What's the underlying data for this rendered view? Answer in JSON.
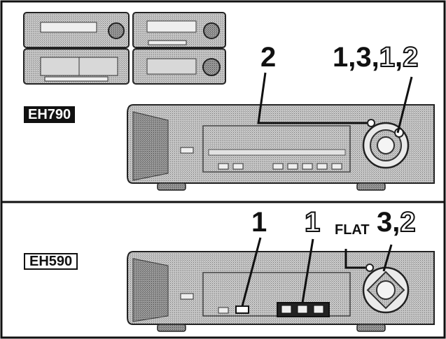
{
  "top_panel": {
    "model_label": "EH790",
    "callout_left": "2",
    "callout_right_prefix": "1,3,",
    "callout_right_outline_1": "1",
    "callout_right_comma": ",",
    "callout_right_outline_2": "2"
  },
  "bottom_panel": {
    "model_label": "EH590",
    "callout_1": "1",
    "callout_outline_1": "1",
    "flat_label": "FLAT",
    "callout_right_prefix": "3,",
    "callout_right_outline": "2"
  },
  "colors": {
    "ink": "#111111",
    "device_fill": "#b8b8b8",
    "device_dark": "#8a8a8a",
    "paper": "#ffffff"
  }
}
